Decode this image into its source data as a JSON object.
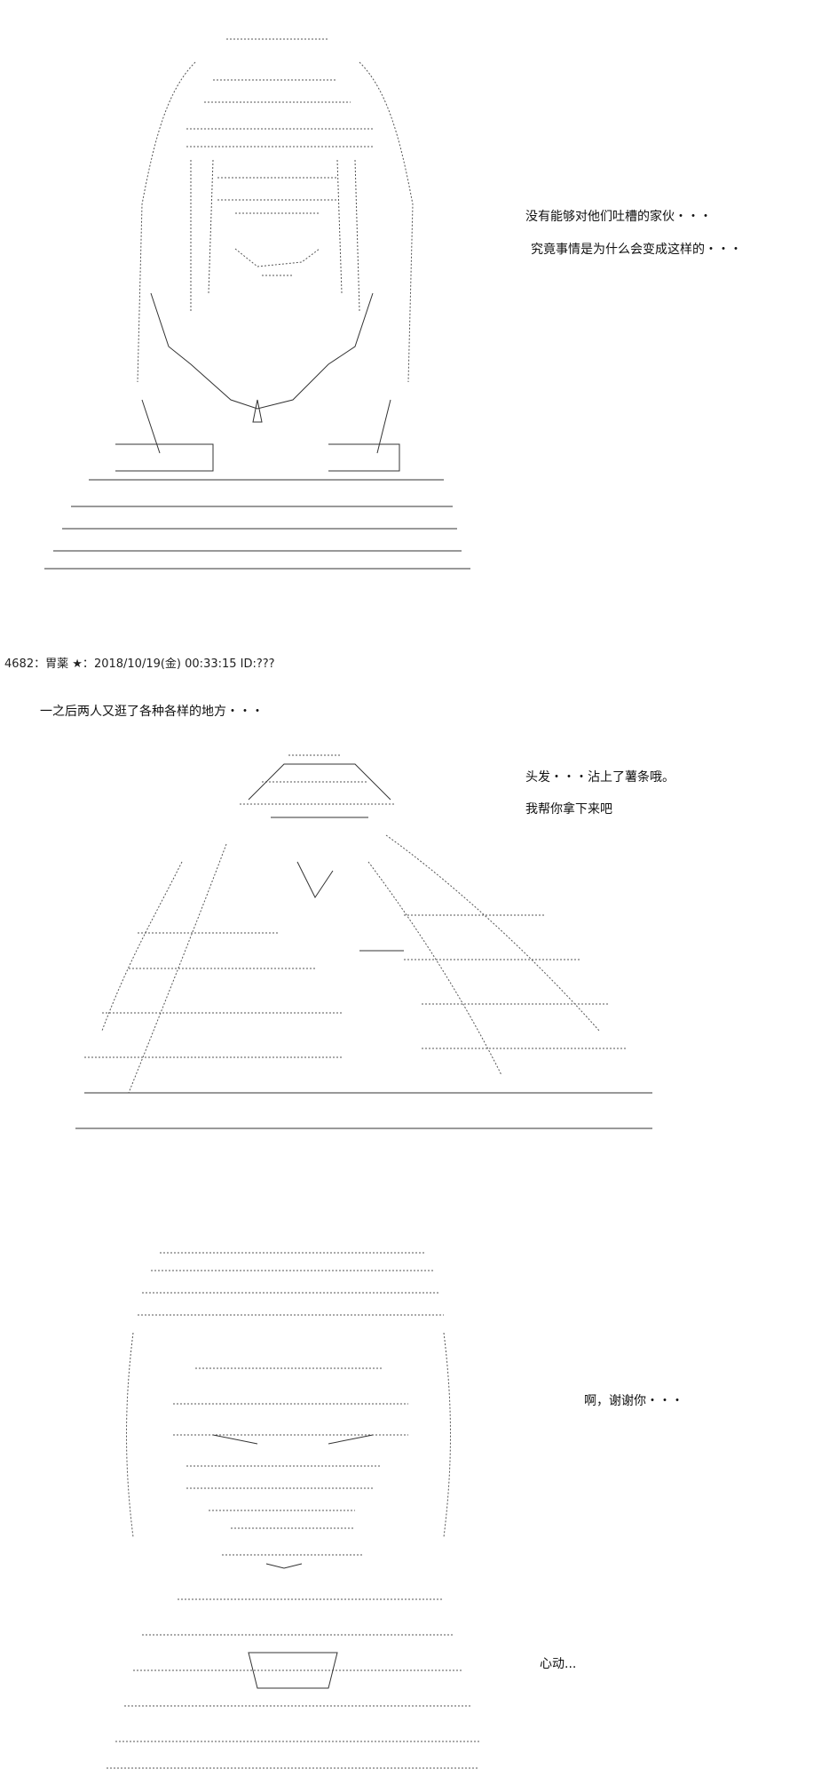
{
  "panel1": {
    "line1": "没有能够对他们吐槽的家伙・・・",
    "line2": "究竟事情是为什么会变成这样的・・・"
  },
  "post": {
    "number": "4682",
    "sep": "：",
    "name": "胃薬",
    "star": "★",
    "colon": "：",
    "date": "2018/10/19(金) 00:33:15 ID:???"
  },
  "panel2": {
    "intro": "一之后两人又逛了各种各样的地方・・・",
    "line1": "头发・・・沾上了薯条哦。",
    "line2": "我帮你拿下来吧"
  },
  "panel3": {
    "line1": "啊，谢谢你・・・",
    "line2": "心动..."
  }
}
